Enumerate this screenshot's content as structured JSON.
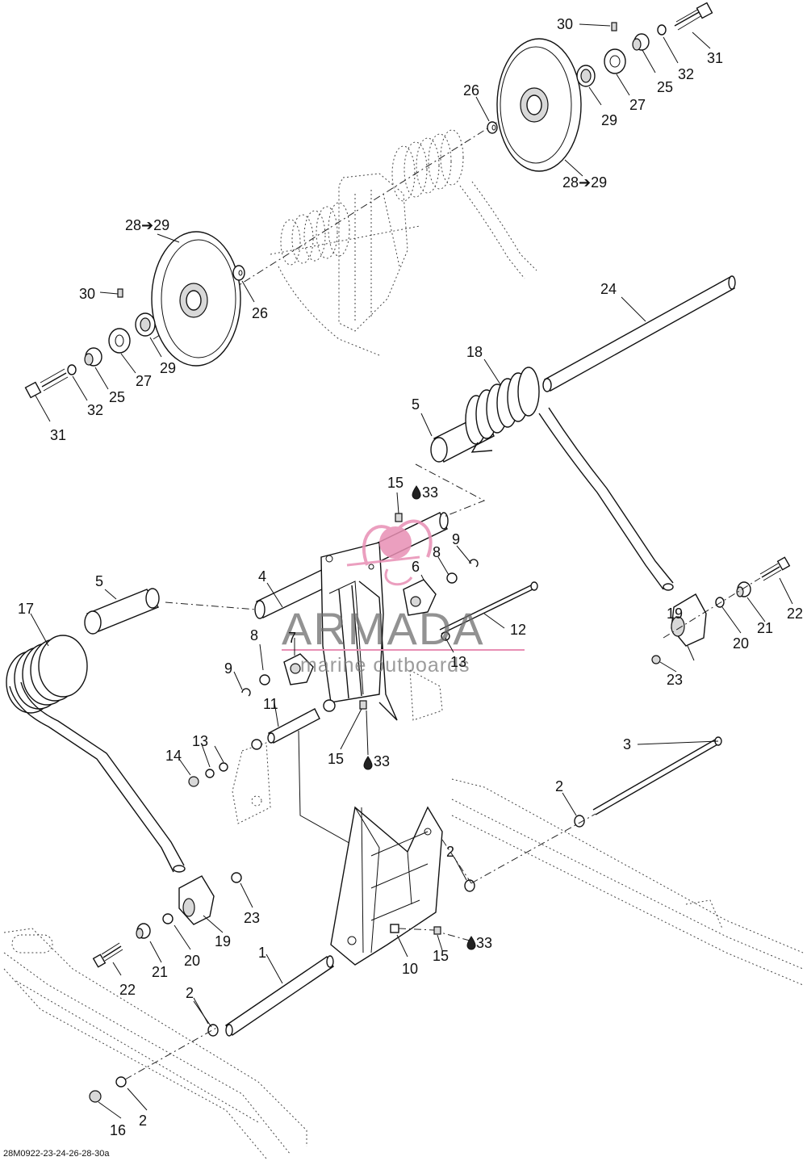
{
  "diagram_code": "28M0922-23-24-26-28-30a",
  "watermark": {
    "brand": "ARMADA",
    "tagline": "marine outboards",
    "accent_color": "#e88fb4",
    "text_color": "#6e6e6e"
  },
  "labels": {
    "l1": "1",
    "l2a": "2",
    "l2b": "2",
    "l2c": "2",
    "l2d": "2",
    "l3": "3",
    "l4": "4",
    "l5a": "5",
    "l5b": "5",
    "l6": "6",
    "l7": "7",
    "l8a": "8",
    "l8b": "8",
    "l9a": "9",
    "l9b": "9",
    "l10": "10",
    "l11": "11",
    "l12": "12",
    "l13a": "13",
    "l13b": "13",
    "l14": "14",
    "l15a": "15",
    "l15b": "15",
    "l15c": "15",
    "l16": "16",
    "l17": "17",
    "l18": "18",
    "l19a": "19",
    "l19b": "19",
    "l20a": "20",
    "l20b": "20",
    "l21a": "21",
    "l21b": "21",
    "l22a": "22",
    "l22b": "22",
    "l23a": "23",
    "l23b": "23",
    "l24": "24",
    "l25a": "25",
    "l25b": "25",
    "l26a": "26",
    "l26b": "26",
    "l27a": "27",
    "l27b": "27",
    "l28a": "28➔29",
    "l28b": "28➔29",
    "l29a": "29",
    "l29b": "29",
    "l30a": "30",
    "l30b": "30",
    "l31a": "31",
    "l31b": "31",
    "l32a": "32",
    "l32b": "32",
    "l33a": "33",
    "l33b": "33",
    "l33c": "33"
  }
}
